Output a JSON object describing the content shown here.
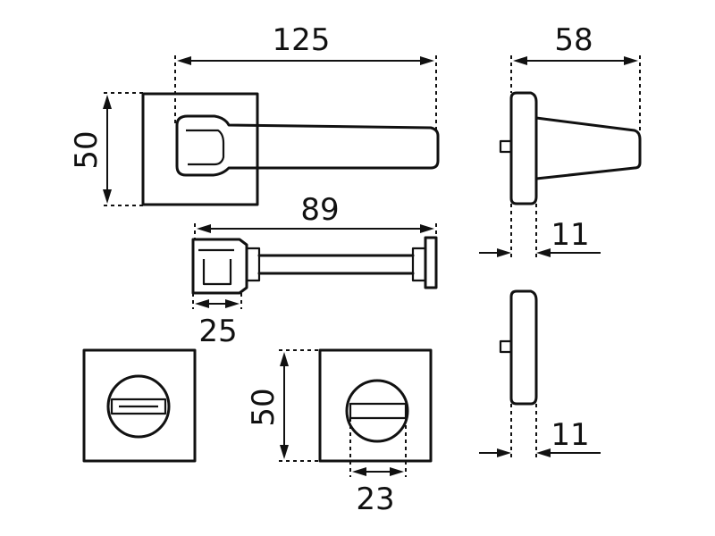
{
  "dimensions": {
    "handle_length": "125",
    "rose_height_top": "50",
    "projection_depth": "58",
    "rose_thickness_top": "11",
    "spindle_length": "89",
    "knob_width": "25",
    "rose_height_bottom": "50",
    "turn_width": "23",
    "rose_thickness_bottom": "11"
  }
}
